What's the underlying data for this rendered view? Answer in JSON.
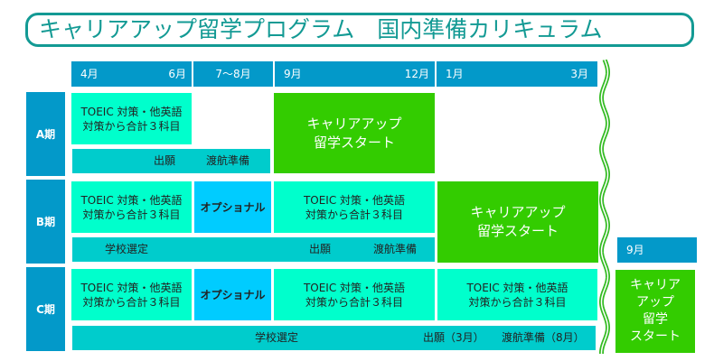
{
  "title": "キャリアアップ留学プログラム　国内準備カリキュラム",
  "header": {
    "apr": "4月",
    "jun": "6月",
    "julaug": "7～8月",
    "sep": "9月",
    "dec": "12月",
    "jan": "1月",
    "mar": "3月",
    "sep2": "9月"
  },
  "periods": {
    "a": "A期",
    "b": "B期",
    "c": "C期"
  },
  "toeic": "TOEIC 対策・他英語",
  "toeic2": "対策から合計３科目",
  "optional": "オプショナル",
  "start": "キャリアアップ",
  "start2": "留学スタート",
  "start_v": [
    "キャリア",
    "アップ",
    "留学",
    "スタート"
  ],
  "apply": "出願",
  "prep": "渡航準備",
  "school": "学校選定",
  "apply_c": "出願（3月）",
  "prep_c": "渡航準備（8月）",
  "colors": {
    "header": "#0399c9",
    "mint": "#00ffcc",
    "teal": "#00cccc",
    "green": "#33cc00",
    "optional": "#00ccff"
  }
}
